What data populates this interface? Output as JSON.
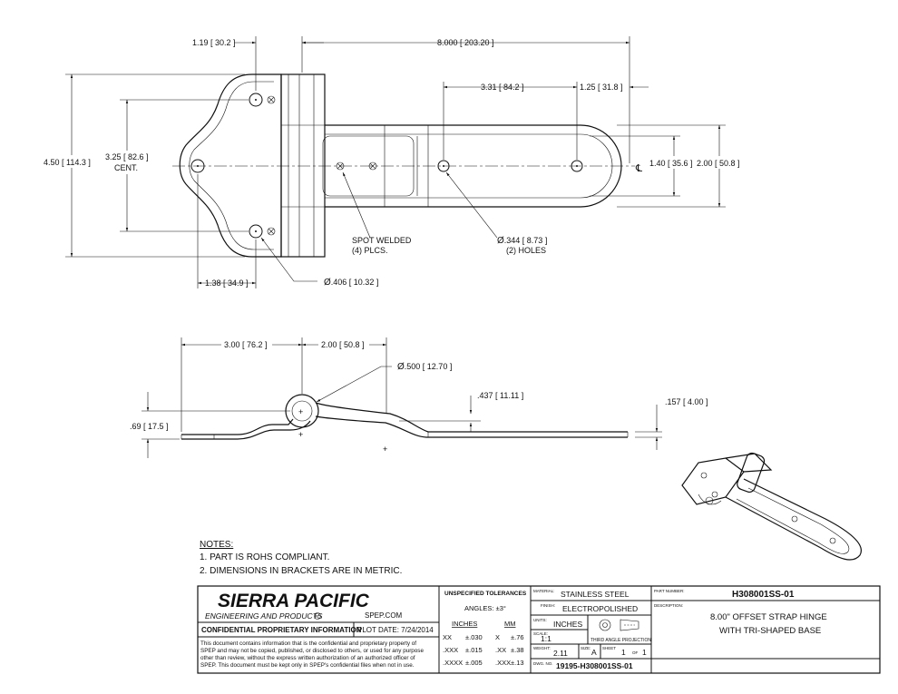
{
  "top_view": {
    "dims": {
      "d1": "1.19 [ 30.2 ]",
      "d2": "8.000 [ 203.20 ]",
      "d3": "3.31 [ 84.2 ]",
      "d4": "1.25 [ 31.8 ]",
      "d5": "4.50 [ 114.3 ]",
      "d6a": "3.25 [ 82.6 ]",
      "d6b": "CENT.",
      "d7": "1.40 [ 35.6 ]",
      "d8": "2.00 [ 50.8 ]",
      "d9": "1.38 [ 34.9 ]",
      "d10": ".406 [ 10.32 ]",
      "d11": ".344 [ 8.73 ]",
      "d11b": "(2) HOLES",
      "weld1": "SPOT WELDED",
      "weld2": "(4) PLCS.",
      "cl": "℄"
    }
  },
  "side_view": {
    "dims": {
      "s1": "3.00 [ 76.2 ]",
      "s2": "2.00 [ 50.8 ]",
      "s3": ".500 [ 12.70 ]",
      "s4": ".437 [ 11.11 ]",
      "s5": ".157 [ 4.00 ]",
      "s6": ".69 [ 17.5 ]"
    }
  },
  "notes": {
    "heading": "NOTES:",
    "items": [
      "1.   PART IS ROHS COMPLIANT.",
      "2.   DIMENSIONS IN BRACKETS ARE IN METRIC."
    ]
  },
  "title_block": {
    "company": "SIERRA PACIFIC",
    "company_sub": "ENGINEERING AND PRODUCTS",
    "registered": "R",
    "website": "SPEP.COM",
    "confidential_title": "CONFIDENTIAL PROPRIETARY INFORMATION",
    "plot_date": "PLOT DATE:  7/24/2014",
    "confidential_text": [
      "This document contains information that is the confidential and proprietary property of",
      "SPEP and may not be copied, published, or disclosed to others, or used for any purpose",
      "other than review, without the express written authorization of an authorized officer of",
      "SPEP. This document must be kept only in SPEP's confidential files when not in use."
    ],
    "tolerances_title": "UNSPECIFIED TOLERANCES",
    "angles": "ANGLES:  ±3°",
    "inches_head": "INCHES",
    "mm_head": "MM",
    "tol_rows": [
      {
        "in_fmt": "XX",
        "in_val": "±.030",
        "mm_fmt": "X",
        "mm_val": "±.76"
      },
      {
        "in_fmt": ".XXX",
        "in_val": "±.015",
        "mm_fmt": ".XX",
        "mm_val": "±.38"
      },
      {
        "in_fmt": ".XXXX",
        "in_val": "±.005",
        "mm_fmt": ".XXX",
        "mm_val": "±.13"
      }
    ],
    "material_label": "MATERIAL:",
    "material": "STAINLESS STEEL",
    "finish_label": "FINISH:",
    "finish": "ELECTROPOLISHED",
    "units_label": "UNITS:",
    "units": "INCHES",
    "scale_label": "SCALE:",
    "scale": "1:1",
    "projection": "THIRD ANGLE PROJECTION",
    "weight_label": "WEIGHT:",
    "weight": "2.11",
    "size_label": "SIZE:",
    "size": "A",
    "sheet_label": "SHEET",
    "sheet": "1",
    "of_label": "OF",
    "sheet_total": "1",
    "dwg_label": "DWG. NO.",
    "dwg_no": "19195-H308001SS-01",
    "part_label": "PART NUMBER:",
    "part_number": "H308001SS-01",
    "desc_label": "DESCRIPTION:",
    "desc_line1": "8.00\" OFFSET STRAP HINGE",
    "desc_line2": "WITH TRI-SHAPED BASE"
  }
}
